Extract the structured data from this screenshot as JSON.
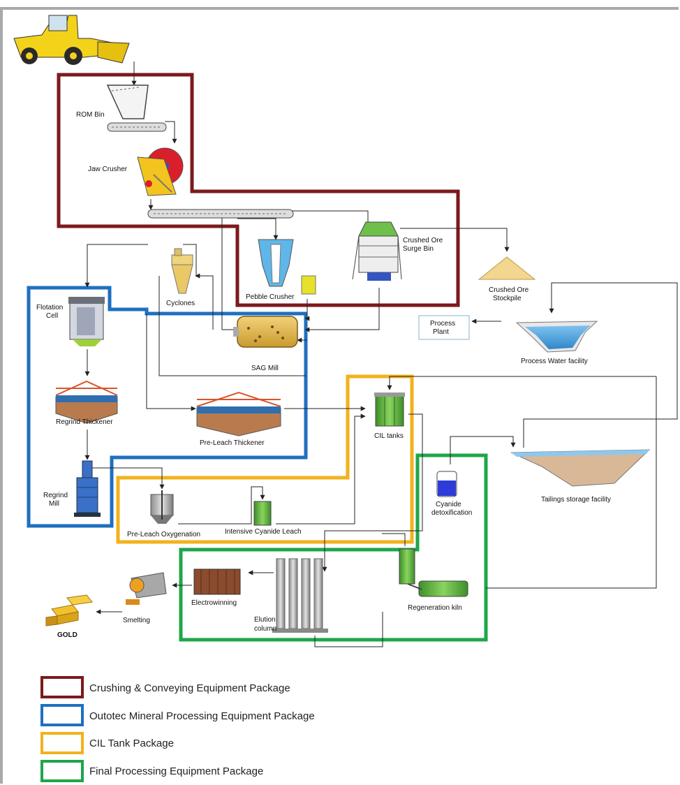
{
  "colors": {
    "crushing": "#7b1a1c",
    "outotec": "#1f6fc0",
    "cil": "#f2b21c",
    "final": "#1fa64a",
    "frame": "#a9a9a9"
  },
  "labels": {
    "rom_bin": "ROM Bin",
    "jaw_crusher": "Jaw Crusher",
    "crushed_ore_surge_bin_1": "Crushed Ore",
    "crushed_ore_surge_bin_2": "Surge Bin",
    "pebble_crusher": "Pebble Crusher",
    "crushed_ore_stockpile_1": "Crushed Ore",
    "crushed_ore_stockpile_2": "Stockpile",
    "process_plant_1": "Process",
    "process_plant_2": "Plant",
    "process_water": "Process Water facility",
    "cyclones": "Cyclones",
    "flotation_cell_1": "Flotation",
    "flotation_cell_2": "Cell",
    "sag_mill": "SAG Mill",
    "regrind_thickener": "Regrind Thickener",
    "pre_leach_thickener": "Pre-Leach Thickener",
    "cil_tanks": "CIL tanks",
    "regrind_mill_1": "Regrind",
    "regrind_mill_2": "Mill",
    "pre_leach_oxygenation": "Pre-Leach Oxygenation",
    "intensive_cyanide_leach": "Intensive Cyanide Leach",
    "cyanide_detox_1": "Cyanide",
    "cyanide_detox_2": "detoxification",
    "tailings_storage": "Tailings storage facility",
    "electrowinning": "Electrowinning",
    "elution_column_1": "Elution",
    "elution_column_2": "column",
    "regeneration_kiln": "Regeneration kiln",
    "smelting": "Smelting",
    "gold": "GOLD"
  },
  "legend": [
    {
      "label": "Crushing & Conveying Equipment Package",
      "color": "#7b1a1c"
    },
    {
      "label": "Outotec Mineral Processing Equipment Package",
      "color": "#1f6fc0"
    },
    {
      "label": "CIL Tank Package",
      "color": "#f2b21c"
    },
    {
      "label": "Final Processing Equipment Package",
      "color": "#1fa64a"
    }
  ]
}
